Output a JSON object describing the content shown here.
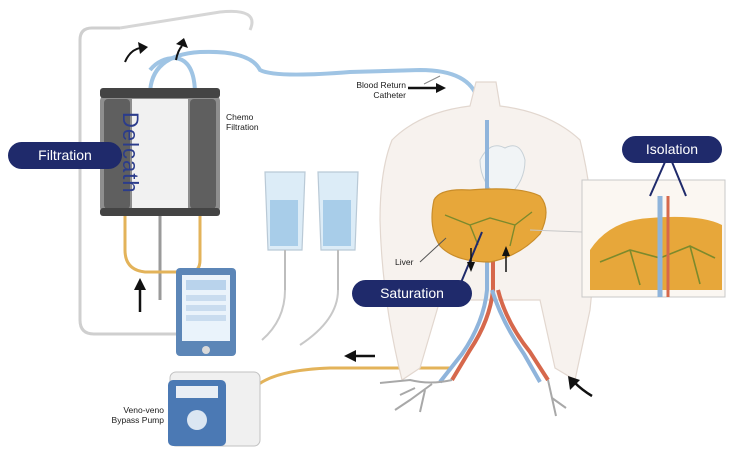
{
  "labels": {
    "filtration": "Filtration",
    "isolation": "Isolation",
    "saturation": "Saturation",
    "chemo_filtration_line1": "Chemo",
    "chemo_filtration_line2": "Filtration",
    "blood_return_line1": "Blood Return",
    "blood_return_line2": "Catheter",
    "liver": "Liver",
    "pump_line1": "Veno-veno",
    "pump_line2": "Bypass Pump"
  },
  "brand": "Delcath",
  "colors": {
    "pill_background": "#1f2a6b",
    "blood_tube": "#e3b35a",
    "return_tube": "#9fc4e4",
    "liver": "#e7a73a",
    "canister": "#9a9a9a"
  },
  "icons": [
    "arrow-icon",
    "pump-icon",
    "iv-bag-icon",
    "liver-icon",
    "catheter-icon"
  ]
}
